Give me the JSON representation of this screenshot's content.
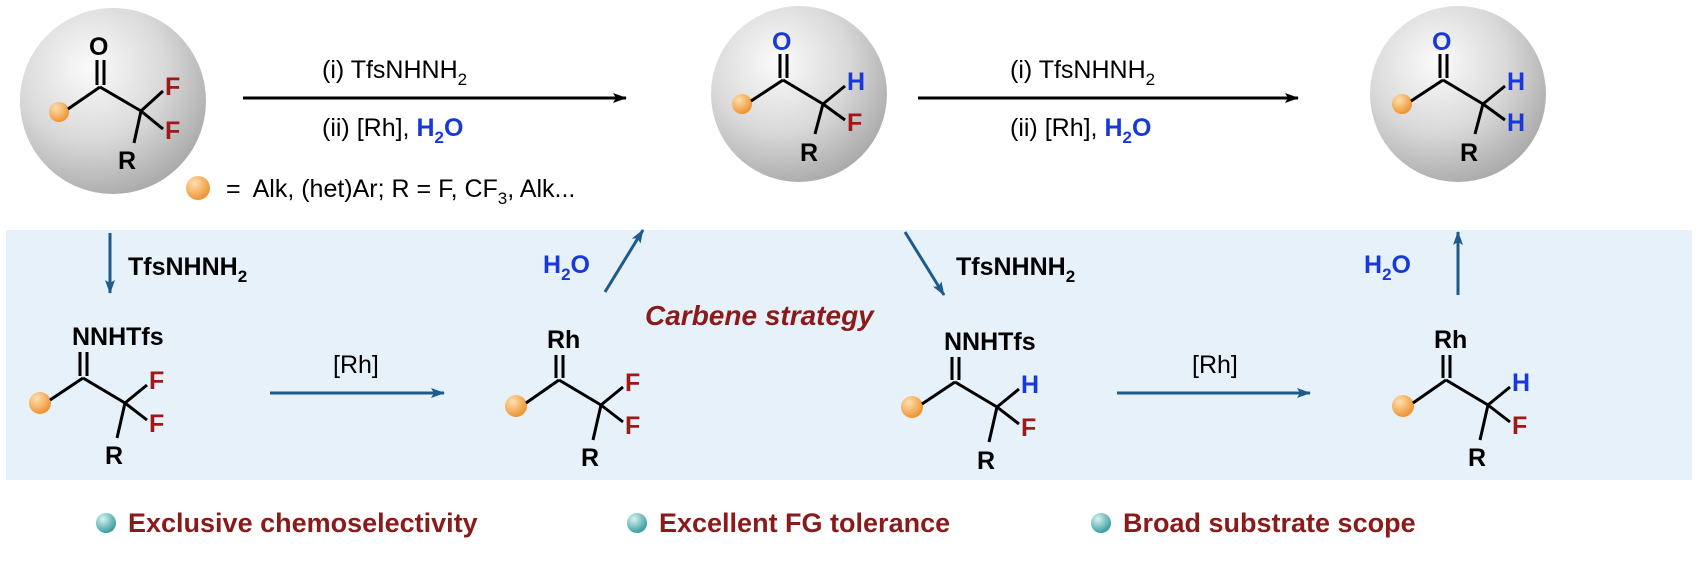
{
  "colors": {
    "fluorine": "#a01818",
    "hydrogen": "#1838d8",
    "bond": "#000000",
    "blue_arrow": "#1f5a8c",
    "panel": "#e6f1fa",
    "orange_dot": "#f3a447",
    "headline": "#8b1a1a",
    "teal_dot": "#40a8a8"
  },
  "atoms": {
    "O": "O",
    "F": "F",
    "H": "H",
    "R": "R",
    "Rh": "Rh",
    "NNHTfs": "NNHTfs"
  },
  "top_arrows": {
    "reagent_1": "(i) TfsNHNH",
    "reagent_1_sub": "2",
    "reagent_2_prefix": "(ii) [Rh], ",
    "water_H": "H",
    "water_sub": "2",
    "water_O": "O"
  },
  "legend": {
    "equals": "=",
    "text_a": "Alk, (het)Ar; R = F, CF",
    "text_sub": "3",
    "text_b": ", Alk..."
  },
  "pathway": {
    "reagent_main": "TfsNHNH",
    "reagent_sub": "2",
    "water_H": "H",
    "water_sub": "2",
    "water_O": "O",
    "rh_step": "[Rh]",
    "strategy": "Carbene strategy"
  },
  "features": [
    "Exclusive chemoselectivity",
    "Excellent FG tolerance",
    "Broad substrate scope"
  ]
}
